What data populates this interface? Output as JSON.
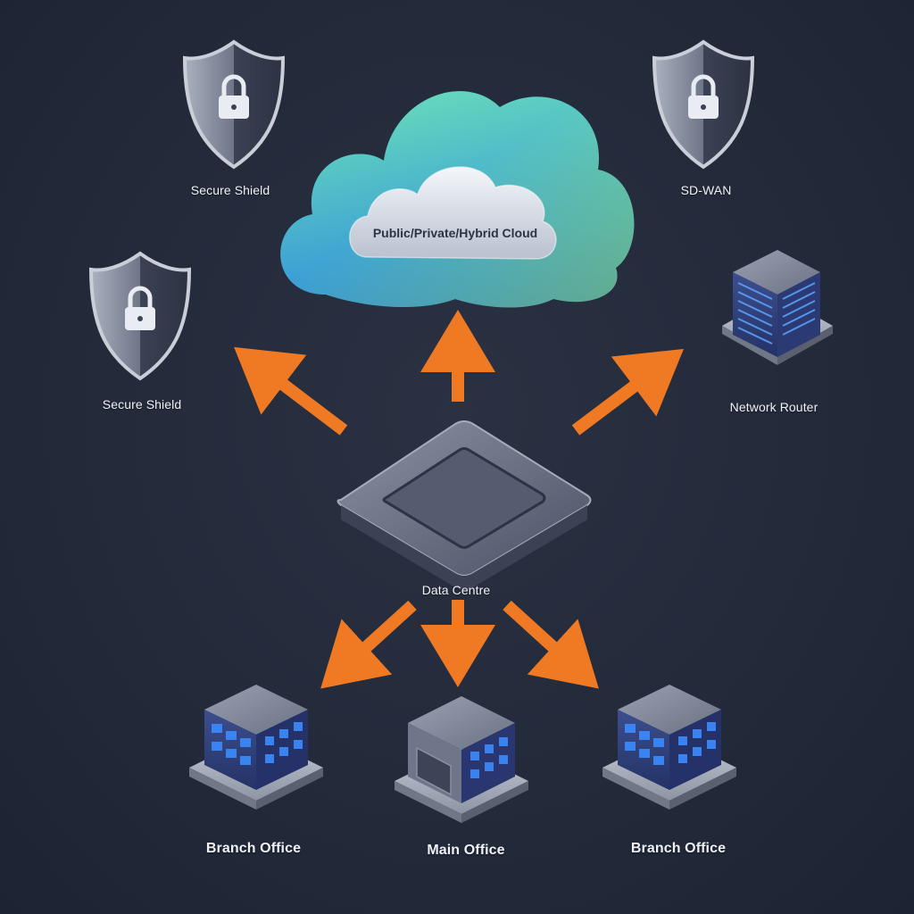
{
  "nodes": {
    "cloud": "Public/Private/Hybrid Cloud",
    "shield_top_left": "Secure Shield",
    "shield_mid_left": "Secure Shield",
    "sdwan": "SD-WAN",
    "router": "Network Router",
    "datacentre": "Data Centre",
    "branch_left": "Branch Office",
    "main_office": "Main Office",
    "branch_right": "Branch Office"
  },
  "colors": {
    "background": "#232a3a",
    "arrow": "#f07a24",
    "cloud_green": "#7fdc6a",
    "cloud_blue": "#3a8fe0",
    "device_gray": "#5a6274",
    "window_blue": "#2f7fe0"
  },
  "icons": {
    "shield": "padlock-shield-icon",
    "server": "server-rack-icon",
    "building": "office-building-icon",
    "hub": "data-centre-hub-icon",
    "cloud": "cloud-icon"
  }
}
